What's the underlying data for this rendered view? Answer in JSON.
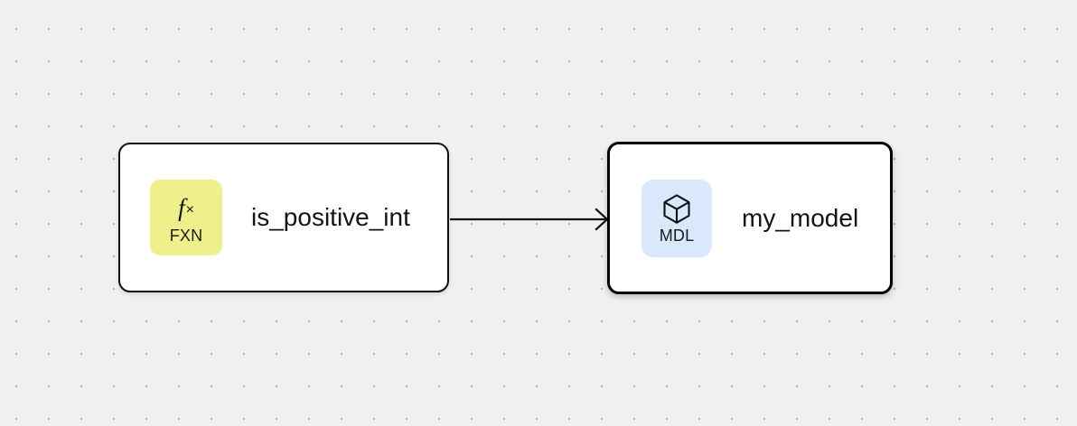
{
  "canvas": {
    "background_color": "#f0f0f0",
    "dot_color": "#b3b3b5",
    "grid_spacing": 36
  },
  "nodes": [
    {
      "id": "fxn-node",
      "title": "is_positive_int",
      "badge": {
        "caption": "FXN",
        "icon": "function-fx-icon",
        "glyph_f": "f",
        "glyph_times": "×",
        "color": "#eff08c"
      },
      "selected": false,
      "border_color": "#111111"
    },
    {
      "id": "mdl-node",
      "title": "my_model",
      "badge": {
        "caption": "MDL",
        "icon": "cube-icon",
        "color": "#d9e8fb"
      },
      "selected": true,
      "border_color": "#000000"
    }
  ],
  "edges": [
    {
      "id": "edge-fxn-to-mdl",
      "from": "fxn-node",
      "to": "mdl-node",
      "arrow": "chevron-arrow-icon",
      "color": "#111111"
    }
  ]
}
